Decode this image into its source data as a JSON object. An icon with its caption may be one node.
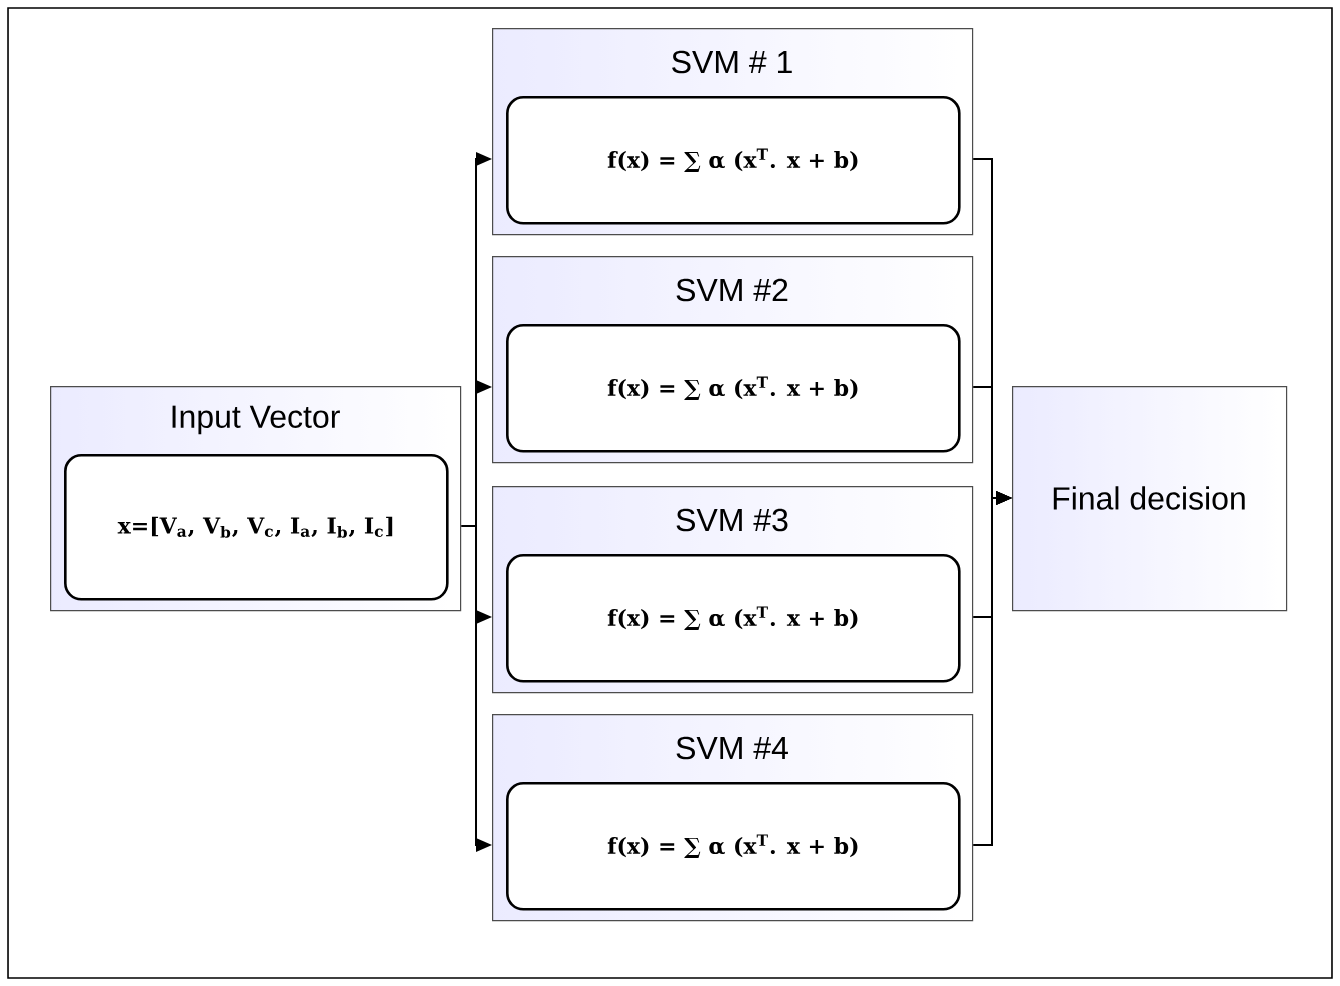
{
  "diagram": {
    "nodes": [
      {
        "text": [
          "Input Vector"
        ]
      },
      {
        "text": [
          "**x=[V$_{a}$, V$_{b}$, V$_{c}$, I$_{a}$, I$_{b}$, I$_{c}$]**"
        ],
        "in": 0
      },
      {
        "text": [
          "SVM # 1"
        ]
      },
      {
        "text": [
          "**f(x) = ∑ α (x$^{T}$. x + b)**"
        ],
        "in": 2
      },
      {
        "text": [
          "SVM #2"
        ]
      },
      {
        "text": [
          "**f(x) = ∑ α (x$^{T}$. x + b)**"
        ],
        "in": 4
      },
      {
        "text": [
          "SVM #3"
        ]
      },
      {
        "text": [
          "**f(x) = ∑ α (x$^{T}$. x + b)**"
        ],
        "in": 6
      },
      {
        "text": [
          "SVM #4"
        ]
      },
      {
        "text": [
          "**f(x) = ∑ α (x$^{T}$. x + b)**"
        ],
        "in": 8
      },
      {
        "text": [
          "Final decision"
        ]
      }
    ],
    "edges": [
      {
        "from": 0,
        "to": 2,
        "arrow": "to"
      },
      {
        "from": 0,
        "to": 4,
        "arrow": "to"
      },
      {
        "from": 0,
        "to": 6,
        "arrow": "to"
      },
      {
        "from": 0,
        "to": 8,
        "arrow": "to"
      },
      {
        "from": 2,
        "to": 10,
        "arrow": "to"
      },
      {
        "from": 4,
        "to": 10,
        "arrow": "to"
      },
      {
        "from": 6,
        "to": 10,
        "arrow": "to"
      },
      {
        "from": 8,
        "to": 10,
        "arrow": "to"
      }
    ]
  }
}
